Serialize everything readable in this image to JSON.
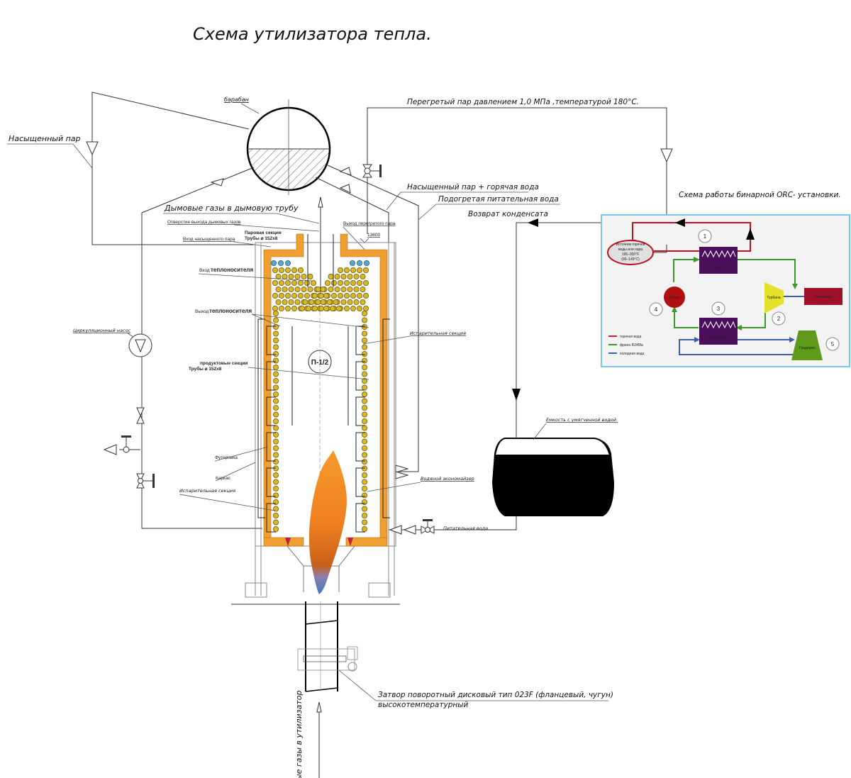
{
  "title": "Схема утилизатора тепла.",
  "labels": {
    "drum": "барабан",
    "saturated_steam": "Насыщенный пар",
    "superheated_steam": "Перегретый пар давлением  1,0 МПа ,температурой 180°C.",
    "sat_steam_hot_water": "Насыщенный пар +  горячая вода",
    "heated_feed_water": "Подогретая питательная вода",
    "condensate_return": "Возврат конденсата",
    "flue_gas_out": "Дымовые газы в дымовую трубу",
    "flue_gas_outlet_hole": "Отверстие выхода дымовых газов",
    "steam_section": "Паровая секция",
    "tubes_steam": "Трубы ⌀ 152х8",
    "sat_steam_inlet": "Вход насыщенного пара",
    "superheated_outlet": "Выход перегретого пара",
    "elevation": "13600",
    "coolant_in_prefix": "Вход",
    "coolant_in": "теплоносителя",
    "coolant_out_prefix": "Выход",
    "coolant_out": "теплоносителя",
    "circ_pump": "Циркуляционный насос",
    "product_sections": "продуктовые секции",
    "tubes_product": "Трубы ⌀ 152х8",
    "evap_section_right": "Испарительная секция",
    "furnace_id": "П-1/2",
    "lining": "Футеровка",
    "frame": "Каркас",
    "evap_section_left": "Испарительная секция",
    "water_economizer": "Водяной экономайзер",
    "feed_water": "Питательная вода",
    "tank": "Емкость с умягченной водой.",
    "valve_line1": "Затвор поворотный дисковый тип  023F (фланцевый, чугун)",
    "valve_line2": "высокотемпературный",
    "flue_gas_in": "ые газы в утилизатор"
  },
  "orc": {
    "title": "Схема работы бинарной ORC- установки.",
    "source": [
      "Источник горячей",
      "воды или пара",
      "195–300°F",
      "(90–149°C)"
    ],
    "evaporator": "Испаритель",
    "condenser": "Конденсатор",
    "pump": "Насос",
    "turbine": "Турбина",
    "generator": "Генератор",
    "cooling_tower": "Градирня",
    "numbers": [
      "1",
      "2",
      "3",
      "4",
      "5"
    ],
    "legend": [
      {
        "label": "горячая вода",
        "color": "#d0202a"
      },
      {
        "label": "фреон R245fa",
        "color": "#3a9a2a"
      },
      {
        "label": "холодная вода",
        "color": "#3a5fb0"
      }
    ],
    "colors": {
      "frame": "#7ec3ea",
      "purple": "#4a0f5a",
      "red": "#b01010",
      "yellow": "#e5e02a",
      "maroon": "#a0102a",
      "green": "#5f9a1a"
    }
  },
  "colors": {
    "lining": "#f0a030",
    "tube": "#d9b824",
    "tube_blue": "#5aa6c9",
    "flame": "#f08a20",
    "flame_tip": "#4a7fc0"
  }
}
